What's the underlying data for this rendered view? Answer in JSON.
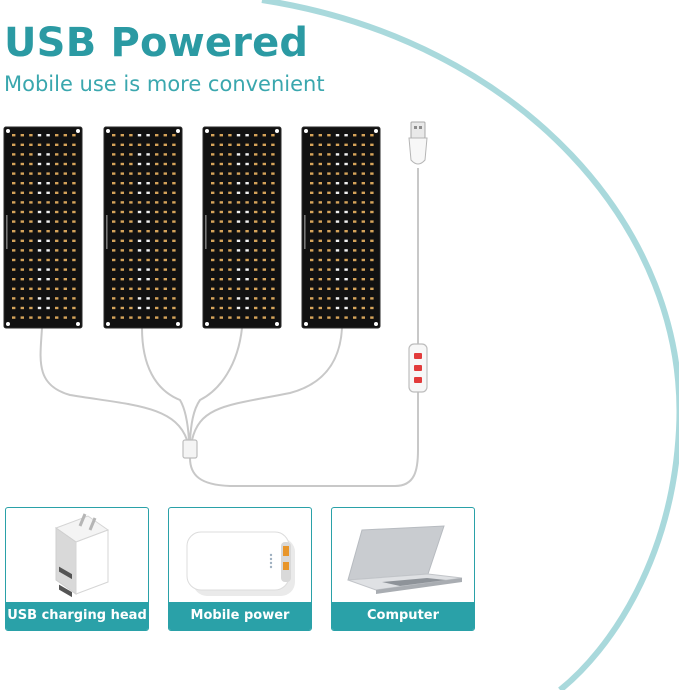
{
  "header": {
    "title": "USB Powered",
    "subtitle": "Mobile use is more convenient"
  },
  "colors": {
    "accent": "#2aa1a8",
    "title": "#2b9aa3",
    "arc": "#a9d9dc",
    "panel": "#111111",
    "led_warm": "#d6a45a",
    "led_white": "#f2f2f2",
    "cable": "#c8c8c8",
    "switch_led": "#e23b3b"
  },
  "panels": {
    "count": 4
  },
  "power_options": [
    {
      "label": "USB charging head",
      "icon": "usb-charger-icon"
    },
    {
      "label": "Mobile power",
      "icon": "power-bank-icon"
    },
    {
      "label": "Computer",
      "icon": "laptop-icon"
    }
  ]
}
